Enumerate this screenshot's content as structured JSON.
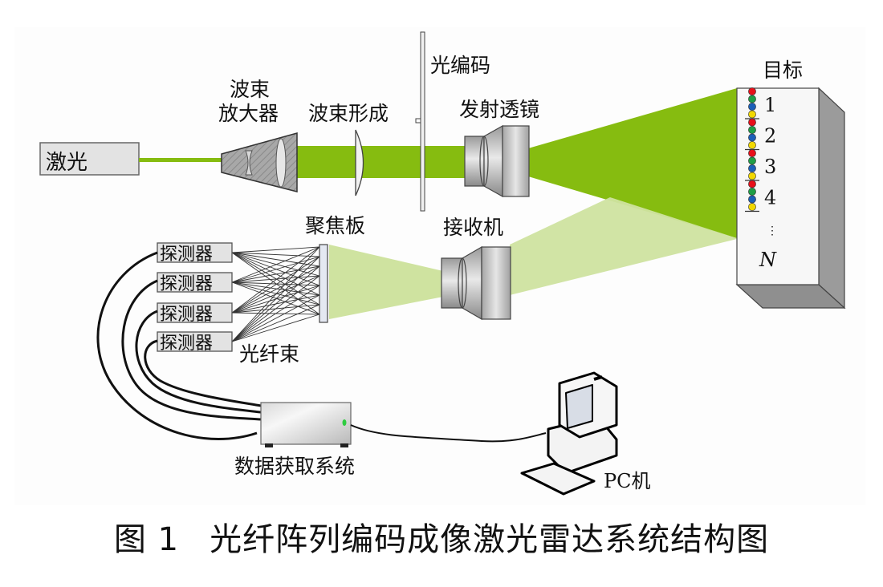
{
  "figure": {
    "caption_prefix": "图 1",
    "caption_title": "光纤阵列编码成像激光雷达系统结构图"
  },
  "labels": {
    "laser": "激光",
    "beam_expander_line1": "波束",
    "beam_expander_line2": "放大器",
    "beam_forming": "波束形成",
    "optical_code": "光编码",
    "transmit_lens": "发射透镜",
    "target": "目标",
    "focusing_plate": "聚焦板",
    "receiver": "接收机",
    "fiber_bundle": "光纤束",
    "data_acquisition": "数据获取系统",
    "pc": "PC机"
  },
  "detectors": [
    "探测器",
    "探测器",
    "探测器",
    "探测器"
  ],
  "target_segments": [
    "1",
    "2",
    "3",
    "4",
    "⋮",
    "N"
  ],
  "code_colors": [
    "#e8101a",
    "#1f9e46",
    "#1b5fb8",
    "#f2d800"
  ],
  "colors": {
    "beam": "#86bc10",
    "return_beam": "#cfe3a0",
    "device_gray": "#9b9b9b",
    "box_gray": "#e2e2e2"
  }
}
